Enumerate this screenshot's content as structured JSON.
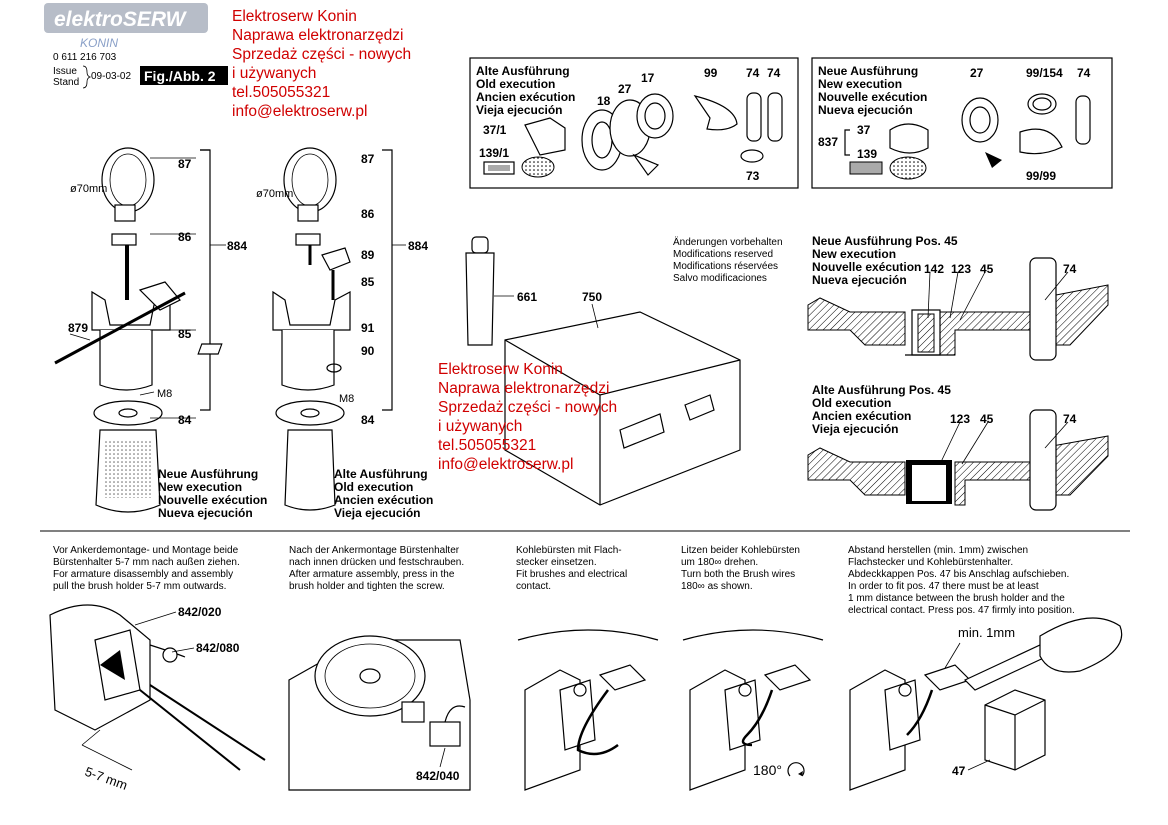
{
  "logo": {
    "brand": "elektroSERW",
    "city": "KONIN"
  },
  "header": {
    "part_no": "0 611 216 703",
    "issue_label": "Issue",
    "stand_label": "Stand",
    "date": "09-03-02",
    "fig": "Fig./Abb. 2"
  },
  "watermark": {
    "lines": [
      "Elektroserw Konin",
      "Naprawa elektronarzędzi",
      "Sprzedaż części - nowych",
      "i używanych",
      "tel.505055321",
      "info@elektroserw.pl"
    ]
  },
  "left_new": {
    "dim": "ø70mm",
    "callouts": [
      "87",
      "86",
      "879",
      "85",
      "M8",
      "84"
    ],
    "total": "884",
    "caption": [
      "Neue Ausführung",
      "New execution",
      "Nouvelle exécution",
      "Nueva ejecución"
    ]
  },
  "left_old": {
    "dim": "ø70mm",
    "callouts": [
      "87",
      "86",
      "89",
      "85",
      "91",
      "90",
      "M8",
      "84"
    ],
    "total": "884",
    "caption": [
      "Alte Ausführung",
      "Old execution",
      "Ancien exécution",
      "Vieja ejecución"
    ]
  },
  "box_old": {
    "caption": [
      "Alte Ausführung",
      "Old execution",
      "Ancien exécution",
      "Vieja ejecución"
    ],
    "callouts": [
      "37/1",
      "139/1",
      "18",
      "27",
      "17",
      "99",
      "74",
      "74",
      "73"
    ]
  },
  "box_new": {
    "caption": [
      "Neue Ausführung",
      "New execution",
      "Nouvelle exécution",
      "Nueva ejecución"
    ],
    "callouts": [
      "837",
      "37",
      "139",
      "27",
      "99/154",
      "74",
      "99/99"
    ]
  },
  "center": {
    "callouts": [
      "661",
      "750"
    ],
    "notice": [
      "Änderungen vorbehalten",
      "Modifications reserved",
      "Modifications réservées",
      "Salvo modificaciones"
    ]
  },
  "section_new": {
    "caption": [
      "Neue Ausführung Pos. 45",
      "New execution",
      "Nouvelle exécution",
      "Nueva ejecución"
    ],
    "callouts": [
      "142",
      "123",
      "45",
      "74"
    ]
  },
  "section_old": {
    "caption": [
      "Alte Ausführung Pos. 45",
      "Old execution",
      "Ancien exécution",
      "Vieja ejecución"
    ],
    "callouts": [
      "123",
      "45",
      "74"
    ]
  },
  "steps": [
    {
      "text": [
        "Vor Ankerdemontage- und Montage beide",
        "Bürstenhalter 5-7 mm nach außen ziehen.",
        "For armature disassembly and assembly",
        "pull the brush holder 5-7 mm outwards."
      ],
      "callouts": [
        "842/020",
        "842/080"
      ],
      "dim": "5-7 mm"
    },
    {
      "text": [
        "Nach der Ankermontage Bürstenhalter",
        "nach innen drücken und festschrauben.",
        "After armature assembly, press in the",
        "brush holder and tighten the screw."
      ],
      "callouts": [
        "842/040"
      ]
    },
    {
      "text": [
        "Kohlebürsten mit Flach-",
        "stecker einsetzen.",
        "Fit brushes and electrical",
        "contact."
      ]
    },
    {
      "text": [
        "Litzen beider Kohlebürsten",
        "um 180∞ drehen.",
        "Turn both the Brush wires",
        "180∞ as shown."
      ],
      "angle": "180°"
    },
    {
      "text": [
        "Abstand herstellen (min. 1mm) zwischen",
        "Flachstecker und Kohlebürstenhalter.",
        "Abdeckkappen Pos. 47 bis Anschlag aufschieben.",
        "In order to fit pos. 47 there must be at least",
        "1 mm distance between the brush holder and the",
        "electrical contact. Press pos. 47 firmly into position."
      ],
      "gap": "min. 1mm",
      "callouts": [
        "47"
      ]
    }
  ]
}
